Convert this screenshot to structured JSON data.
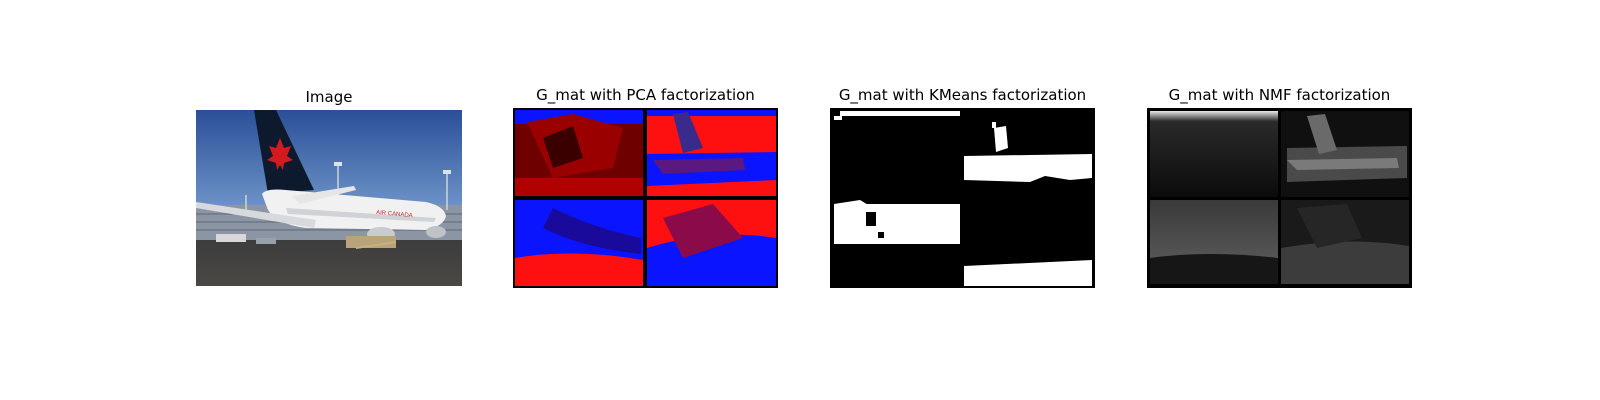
{
  "figure": {
    "panels": [
      {
        "title": "Image",
        "kind": "photo"
      },
      {
        "title": "G_mat with PCA factorization",
        "kind": "pca-map"
      },
      {
        "title": "G_mat with KMeans factorization",
        "kind": "kmeans-map"
      },
      {
        "title": "G_mat with NMF factorization",
        "kind": "nmf-map"
      }
    ]
  },
  "photo": {
    "tail_text": "",
    "fuselage_text": "AIR CANADA"
  },
  "colors": {
    "pca_red": "#ff1010",
    "pca_blue": "#0a14ff",
    "pca_dark_red": "#8a0000",
    "kmeans_on": "#ffffff",
    "kmeans_off": "#000000",
    "nmf_bg": "#050505"
  }
}
